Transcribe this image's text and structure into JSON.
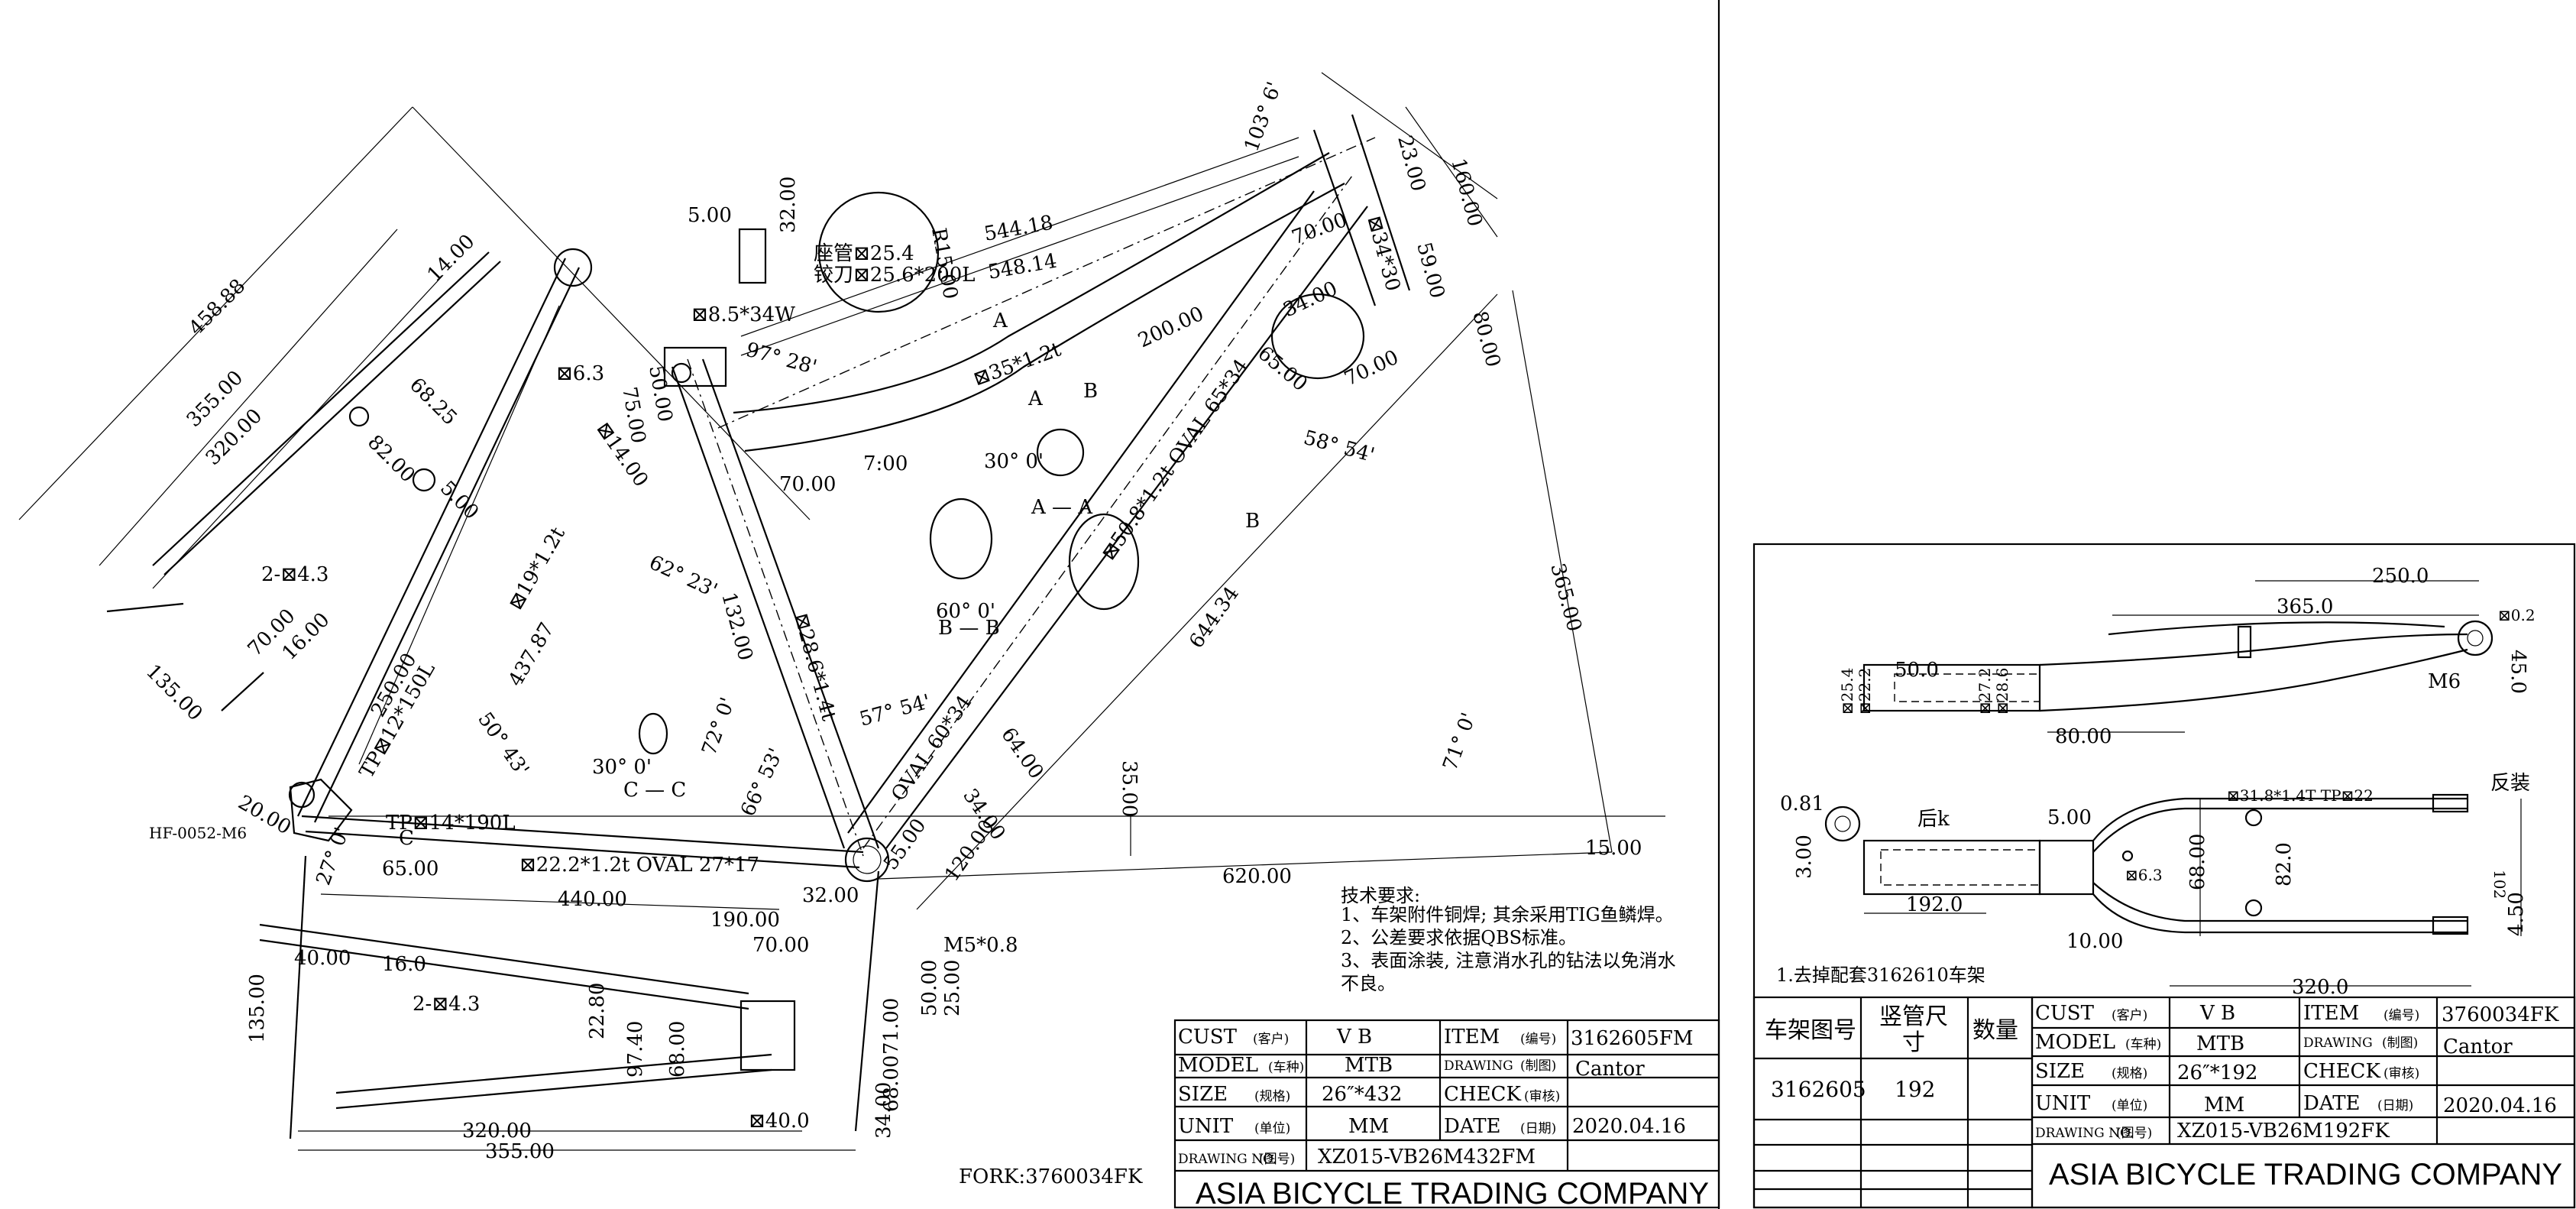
{
  "frame": {
    "dims": {
      "d_458_88": "458.88",
      "d_355": "355.00",
      "d_320": "320.00",
      "d_14": "14.00",
      "d_135": "135.00",
      "d_20": "20.00",
      "d_2x43": "2-⊠4.3",
      "d_70": "70.00",
      "d_66": "16.00",
      "d_68_25": "68.25",
      "d_82": "82.00",
      "d_5": "5.00",
      "d_63": "⊠6.3",
      "d_250": "250.00",
      "d_tp12": "TP⊠12*150L",
      "d_tp14": "TP⊠14*190L",
      "d_437": "437.87",
      "d_19": "⊠19*1.2t",
      "d_50_43": "50° 43'",
      "d_27": "27° 0'",
      "d_65": "65.00",
      "d_440": "440.00",
      "d_22_2": "⊠22.2*1.2t OVAL 27*17",
      "d_hf": "HF-0052-M6",
      "d_62": "62° 23'",
      "d_14b": "⊠14.00",
      "d_75": "75.00",
      "d_50b": "50.00",
      "d_132": "132.00",
      "d_28": "⊠28.6*1.4t",
      "d_72": "72° 0'",
      "d_66b": "66° 53'",
      "d_32": "32.00",
      "d_5b": "5.00",
      "d_32b": "32.00",
      "d_seat": "座管⊠25.4",
      "d_reamer": "铰刀⊠25.6*200L",
      "d_85": "⊠8.5*34W",
      "d_97": "97° 28'",
      "d_r15": "R15.00",
      "d_544": "544.18",
      "d_548": "548.14",
      "d_35": "⊠35*1.2t",
      "d_70b": "70.00",
      "d_7": "7:00",
      "d_200": "200.00",
      "d_a": "A",
      "d_b": "B",
      "d_30": "30° 0'",
      "d_aa": "A — A",
      "d_60": "60° 0'",
      "d_bb": "B — B",
      "d_cc": "C — C",
      "d_30b": "30° 0'",
      "d_c": "C",
      "d_103": "103° 6'",
      "d_23": "23.00",
      "d_160": "160.00",
      "d_70c": "70.00",
      "d_34x30": "⊠34*30",
      "d_59": "59.00",
      "d_80": "80.00",
      "d_34": "34.00",
      "d_65b": "65.00",
      "d_70d": "70.00",
      "d_58": "58° 54'",
      "d_50_8": "⊠50.8*1.2t OVAL 65*34",
      "d_644": "644.34",
      "d_365": "365.00",
      "d_71": "71° 0'",
      "d_35b": "35.00",
      "d_620": "620.00",
      "d_15": "15.00",
      "d_57": "57° 54'",
      "d_oval": "OVAL 60*34",
      "d_34b": "34.00",
      "d_64": "64.00",
      "d_55": "55.00",
      "d_120": "120.00",
      "d_32c": "32.00"
    },
    "title_block": {
      "cust_label": "CUST",
      "cust_cn": "(客户)",
      "cust": "V B",
      "item_label": "ITEM",
      "item_cn": "(编号)",
      "item": "3162605FM",
      "model_label": "MODEL",
      "model_cn": "(车种)",
      "model": "MTB",
      "drawing_label": "DRAWING",
      "drawing_cn": "(制图)",
      "drawing": "Cantor",
      "size_label": "SIZE",
      "size_cn": "(规格)",
      "size": "26″*432",
      "check_label": "CHECK",
      "check_cn": "(审核)",
      "unit_label": "UNIT",
      "unit_cn": "(单位)",
      "unit": "MM",
      "date_label": "DATE",
      "date_cn": "(日期)",
      "date": "2020.04.16",
      "drawno_label": "DRAWING NO.",
      "drawno_cn": "(图号)",
      "drawno": "XZ015-VB26M432FM",
      "company": "ASIA BICYCLE TRADING COMPANY"
    },
    "notes": {
      "title": "技术要求:",
      "n1": "1、车架附件铜焊; 其余采用TIG鱼鳞焊。",
      "n2": "2、公差要求依据QBS标准。",
      "n3": "3、表面涂装, 注意消水孔的钻法以免消水",
      "n3b": "不良。"
    },
    "fork_ref": "FORK:3760034FK"
  },
  "rear": {
    "dims": {
      "d_40": "40.00",
      "d_16": "16.0",
      "d_2x43": "2-⊠4.3",
      "d_135": "135.00",
      "d_320": "320.00",
      "d_355": "355.00",
      "d_190": "190.00",
      "d_70": "70.00",
      "d_22_8": "22.80",
      "d_97_4": "97.40",
      "d_68": "68.00",
      "d_m5": "M5*0.8",
      "d_50": "50.00",
      "d_25": "25.00",
      "d_71": "71.00",
      "d_68b": "68.00",
      "d_34": "34.00",
      "d_40b": "⊠40.0"
    }
  },
  "fork": {
    "dims": {
      "d_250": "250.0",
      "d_365": "365.0",
      "d_0_2": "⊠0.2",
      "d_m6": "M6",
      "d_45": "45.0",
      "d_50": "50.0",
      "d_254": "⊠25.4",
      "d_222": "⊠22.2",
      "d_272": "⊠27.2",
      "d_286": "⊠28.6",
      "d_80": "80.00",
      "d_0_81": "0.81",
      "d_houk": "后k",
      "d_5": "5.00",
      "d_3": "3.00",
      "d_192": "192.0",
      "d_318": "⊠31.8*1.4T TP⊠22",
      "d_fan": "反装",
      "d_68": "68.00",
      "d_82": "82.0",
      "d_102": "102",
      "d_63": "⊠6.3",
      "d_10": "10.00",
      "d_4_5": "4.50",
      "d_320": "320.0"
    },
    "remark": "1.去掉配套3162610车架",
    "bom": {
      "h1": "车架图号",
      "h2a": "竖管尺",
      "h2b": "寸",
      "h3": "数量",
      "r1c1": "3162605",
      "r1c2": "192"
    },
    "title_block": {
      "cust_label": "CUST",
      "cust_cn": "(客户)",
      "cust": "V B",
      "item_label": "ITEM",
      "item_cn": "(编号)",
      "item": "3760034FK",
      "model_label": "MODEL",
      "model_cn": "(车种)",
      "model": "MTB",
      "drawing_label": "DRAWING",
      "drawing_cn": "(制图)",
      "drawing": "Cantor",
      "size_label": "SIZE",
      "size_cn": "(规格)",
      "size": "26″*192",
      "check_label": "CHECK",
      "check_cn": "(审核)",
      "unit_label": "UNIT",
      "unit_cn": "(单位)",
      "unit": "MM",
      "date_label": "DATE",
      "date_cn": "(日期)",
      "date": "2020.04.16",
      "drawno_label": "DRAWING NO.",
      "drawno_cn": "(图号)",
      "drawno": "XZ015-VB26M192FK",
      "company": "ASIA BICYCLE TRADING COMPANY"
    }
  }
}
